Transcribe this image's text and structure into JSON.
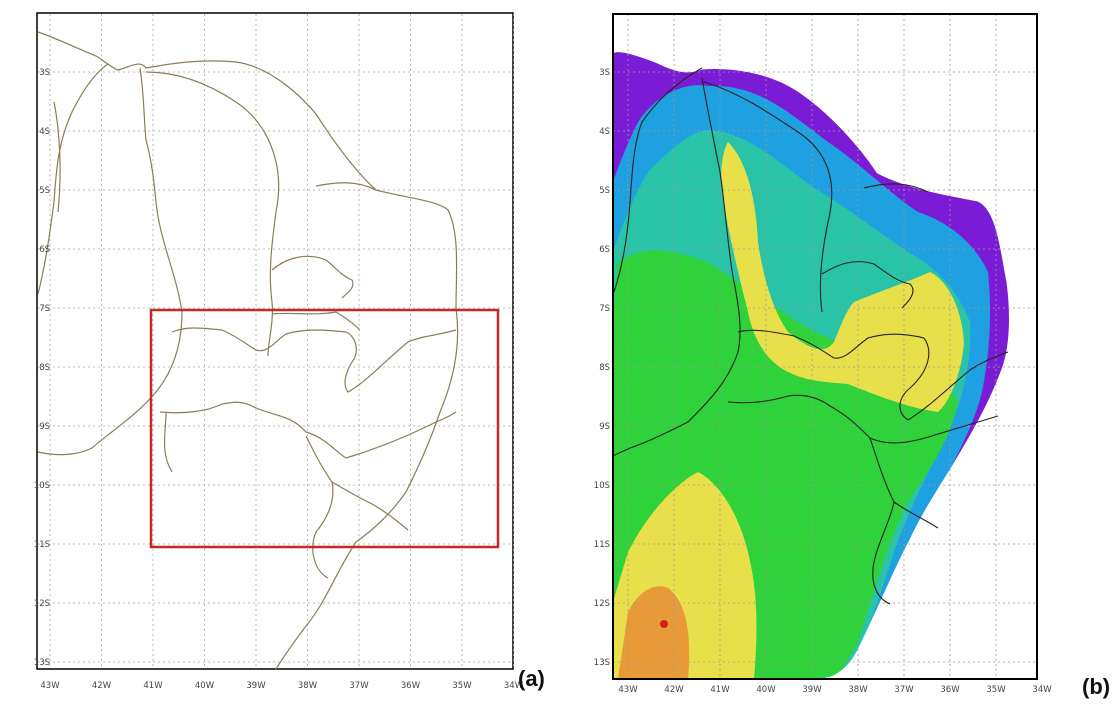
{
  "panel_a": {
    "label": "(a)",
    "lat_ticks": [
      "3S",
      "4S",
      "5S",
      "6S",
      "7S",
      "8S",
      "9S",
      "10S",
      "11S",
      "12S",
      "13S"
    ],
    "lon_ticks": [
      "43W",
      "42W",
      "41W",
      "40W",
      "39W",
      "38W",
      "37W",
      "36W",
      "35W",
      "34W"
    ],
    "outline_color": "#8b7d5a",
    "box_color": "#c62828"
  },
  "panel_b": {
    "label": "(b)",
    "lat_ticks": [
      "3S",
      "4S",
      "5S",
      "6S",
      "7S",
      "8S",
      "9S",
      "10S",
      "11S",
      "12S",
      "13S"
    ],
    "lon_ticks": [
      "43W",
      "42W",
      "41W",
      "40W",
      "39W",
      "38W",
      "37W",
      "36W",
      "35W",
      "34W"
    ],
    "colors": {
      "coast_low": "#7a1cd6",
      "low": "#1fa0e0",
      "mid_low": "#29c4a8",
      "mid": "#2fd23a",
      "mid_high": "#e8e04a",
      "high": "#e89a38",
      "peak": "#d42020",
      "boundary": "#222222"
    }
  }
}
